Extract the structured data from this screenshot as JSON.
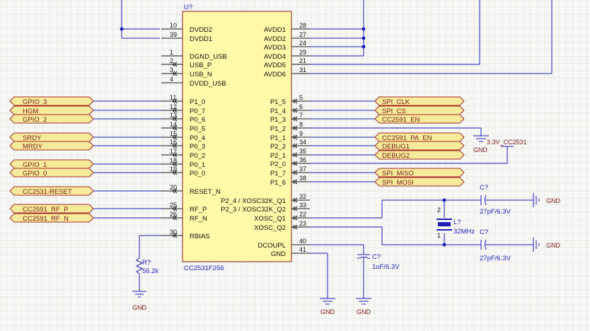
{
  "chip": {
    "designator": "U?",
    "part": "CC2531F256",
    "left_pins": [
      {
        "num": "10",
        "name": "DVDD2"
      },
      {
        "num": "39",
        "name": "DVDD1"
      },
      {
        "num": "1",
        "name": "DGND_USB"
      },
      {
        "num": "2",
        "name": "USB_P"
      },
      {
        "num": "3",
        "name": "USB_N"
      },
      {
        "num": "4",
        "name": "DVDD_USB"
      },
      {
        "num": "11",
        "name": "P1_0"
      },
      {
        "num": "12",
        "name": "P0_7"
      },
      {
        "num": "13",
        "name": "P0_6"
      },
      {
        "num": "14",
        "name": "P0_5"
      },
      {
        "num": "15",
        "name": "P0_4"
      },
      {
        "num": "16",
        "name": "P0_3"
      },
      {
        "num": "17",
        "name": "P0_2"
      },
      {
        "num": "18",
        "name": "P0_1"
      },
      {
        "num": "19",
        "name": "P0_0"
      },
      {
        "num": "20",
        "name": "RESET_N"
      },
      {
        "num": "25",
        "name": "RF_P"
      },
      {
        "num": "26",
        "name": "RF_N"
      },
      {
        "num": "30",
        "name": "RBIAS"
      }
    ],
    "right_pins": [
      {
        "num": "28",
        "name": "AVDD1"
      },
      {
        "num": "27",
        "name": "AVDD2"
      },
      {
        "num": "24",
        "name": "AVDD3"
      },
      {
        "num": "29",
        "name": "AVDD4"
      },
      {
        "num": "21",
        "name": "AVDD5"
      },
      {
        "num": "31",
        "name": "AVDD6"
      },
      {
        "num": "5",
        "name": "P1_5"
      },
      {
        "num": "6",
        "name": "P1_4"
      },
      {
        "num": "7",
        "name": "P1_3"
      },
      {
        "num": "8",
        "name": "P1_2"
      },
      {
        "num": "9",
        "name": "P1_1"
      },
      {
        "num": "34",
        "name": "P2_2"
      },
      {
        "num": "35",
        "name": "P2_1"
      },
      {
        "num": "36",
        "name": "P2_0"
      },
      {
        "num": "37",
        "name": "P1_7"
      },
      {
        "num": "38",
        "name": "P1_6"
      },
      {
        "num": "32",
        "name": "P2_4 / XOSC32K_Q1"
      },
      {
        "num": "33",
        "name": "P2_3 / XOSC32K_Q2"
      },
      {
        "num": "22",
        "name": "XOSC_Q1"
      },
      {
        "num": "23",
        "name": "XOSC_Q2"
      },
      {
        "num": "40",
        "name": "DCOUPL"
      },
      {
        "num": "41",
        "name": "GND"
      }
    ]
  },
  "left_ports": [
    "GPIO_3",
    "HGM",
    "GPIO_2",
    "SRDY",
    "MRDY",
    "GPIO_1",
    "GPIO_0",
    "CC2531-RESET",
    "CC2591_RF_P",
    "CC2591_RF_N"
  ],
  "right_ports": [
    "SPI_CLK",
    "SPI_CS",
    "CC2591_EN",
    "CC2591_PA_EN",
    "DEBUG1",
    "DEBUG2",
    "SPI_MISO",
    "SPI_MOSI"
  ],
  "components": {
    "r_bias": {
      "designator": "R?",
      "value": "56.2k"
    },
    "c_dcoupl": {
      "designator": "C?",
      "value": "1uF/6.3V"
    },
    "crystal": {
      "designator": "L?",
      "value": "32MHz",
      "pin1": "1",
      "pin2": "2"
    },
    "c_xtal1": {
      "designator": "C?",
      "value": "27pF/6.3V"
    },
    "c_xtal2": {
      "designator": "C?",
      "value": "27pF/6.3V"
    }
  },
  "power": {
    "gnd": "GND",
    "supply": "3.3V_CC2531"
  },
  "colors": {
    "wire": "#1f1fb8",
    "net_text": "#7a1a1a",
    "port_fill": "#f5eb9a",
    "port_stroke": "#a62a2a",
    "body_fill": "#fff9a8",
    "body_stroke": "#8a1a1a"
  }
}
